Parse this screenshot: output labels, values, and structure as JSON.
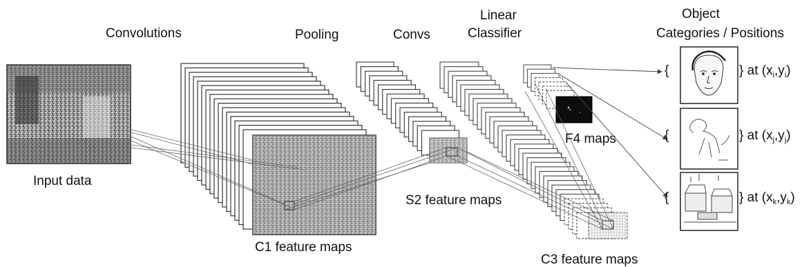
{
  "labels": {
    "convolutions": "Convolutions",
    "pooling": "Pooling",
    "convs": "Convs",
    "linear": "Linear",
    "classifier": "Classifier",
    "object": "Object",
    "categories_positions": "Categories / Positions",
    "input_data": "Input data",
    "c1_feature_maps": "C1 feature maps",
    "s2_feature_maps": "S2 feature maps",
    "f4_maps": "F4 maps",
    "c3_feature_maps": "C3 feature maps"
  },
  "outputs": [
    {
      "icon": "face-sketch-icon",
      "brace": "{",
      "at": "} at (x",
      "i1": "i",
      "comma": ",y",
      "i2": "i",
      "close": ")"
    },
    {
      "icon": "dog-sketch-icon",
      "brace": "{",
      "at": "} at (x",
      "i1": "j",
      "comma": ",y",
      "i2": "j",
      "close": ")"
    },
    {
      "icon": "room-sketch-icon",
      "brace": "{",
      "at": "} at (x",
      "i1": "k",
      "comma": ",y",
      "i2": "k",
      "close": ")"
    }
  ]
}
